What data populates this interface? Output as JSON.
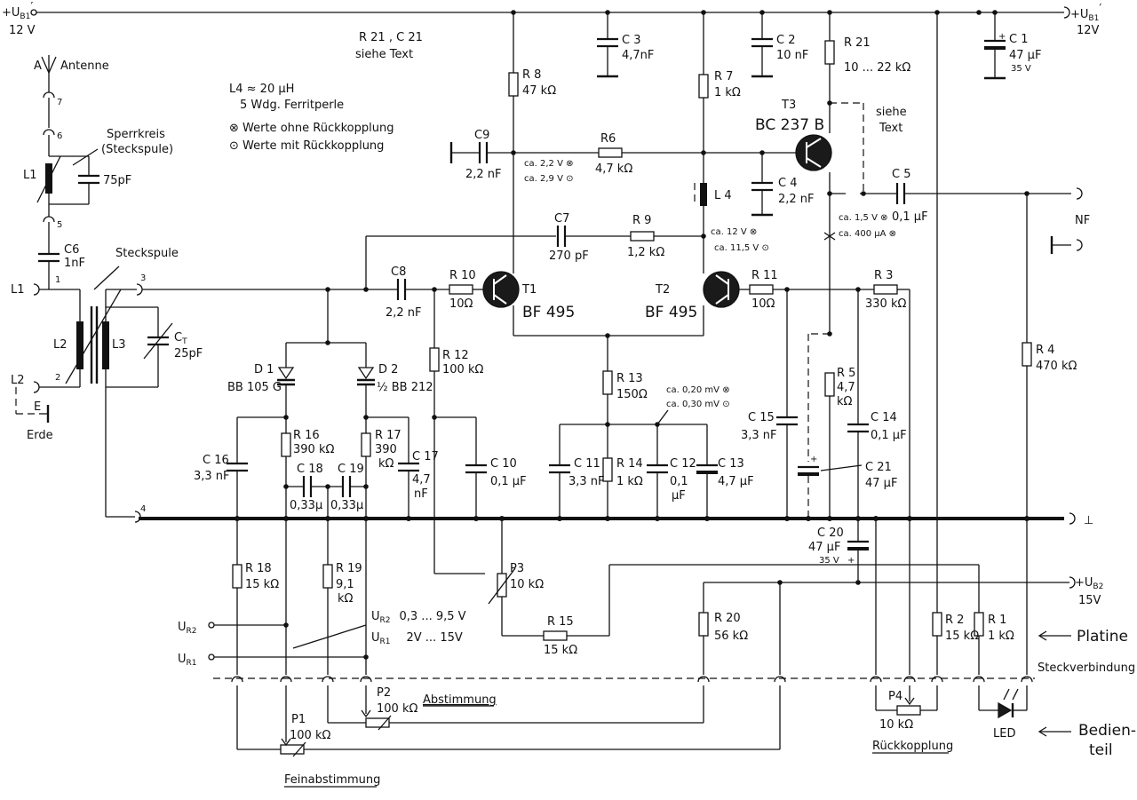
{
  "supply": {
    "ub1_left": "+U",
    "ub1_sub": "B1",
    "ub1_prime": "′",
    "ub1_left_v": "12 V",
    "ub1_right": "+U",
    "ub1_right_v": "12V",
    "ub2": "+U",
    "ub2_sub": "B2",
    "ub2_v": "15V",
    "ground_symbol": "⊥"
  },
  "notes": {
    "r21c21": "R 21 , C 21",
    "siehe_text": "siehe Text",
    "l4_value": "L4 ≈ 20 µH",
    "l4_desc": "5 Wdg. Ferritperle",
    "legend_without": "⊗ Werte ohne Rückkopplung",
    "legend_with": "⊙ Werte mit Rückkopplung",
    "t3_siehe": "siehe",
    "t3_text": "Text"
  },
  "inputs": {
    "antenna_letter": "A",
    "antenna": "Antenne",
    "sperrkreis": "Sperrkreis",
    "steckspule_paren": "(Steckspule)",
    "steckspule": "Steckspule",
    "l1": "L1",
    "l2": "L2",
    "e": "E",
    "erde": "Erde",
    "pin7": "7",
    "pin6": "6",
    "pin5": "5",
    "pin1": "1",
    "pin2": "2",
    "pin3": "3",
    "pin4": "4",
    "nf": "NF"
  },
  "components": {
    "L1": "L1",
    "C_75": "75pF",
    "C6": "C6",
    "C6v": "1nF",
    "L2": "L2",
    "L3": "L3",
    "CT": "C",
    "CT_sub": "T",
    "CTv": "25pF",
    "R8": "R 8",
    "R8v": "47 kΩ",
    "R7": "R 7",
    "R7v": "1 kΩ",
    "C3": "C 3",
    "C3v": "4,7nF",
    "C2": "C 2",
    "C2v": "10 nF",
    "R21": "R 21",
    "R21v": "10 ... 22 kΩ",
    "C1": "C 1",
    "C1v": "47 µF",
    "C1v2": "35 V",
    "C9": "C9",
    "C9v": "2,2 nF",
    "R6": "R6",
    "R6v": "4,7 kΩ",
    "C4": "C 4",
    "C4v": "2,2 nF",
    "L4": "L 4",
    "T3": "T3",
    "T3v": "BC 237 B",
    "C5": "C 5",
    "C5v": "0,1 µF",
    "C7": "C7",
    "C7v": "270 pF",
    "R9": "R 9",
    "R9v": "1,2 kΩ",
    "C8": "C8",
    "C8v": "2,2 nF",
    "R10": "R 10",
    "R10v": "10Ω",
    "T1": "T1",
    "T1v": "BF 495",
    "T2": "T2",
    "T2v": "BF 495",
    "R11": "R 11",
    "R11v": "10Ω",
    "R3": "R 3",
    "R3v": "330 kΩ",
    "R4": "R 4",
    "R4v": "470 kΩ",
    "D1": "D 1",
    "D1v": "BB 105 G",
    "D2": "D 2",
    "D2v": "½ BB 212",
    "R12": "R 12",
    "R12v": "100 kΩ",
    "R13": "R 13",
    "R13v": "150Ω",
    "R5": "R 5",
    "R5v": "4,7",
    "R5v2": "kΩ",
    "C15": "C 15",
    "C15v": "3,3 nF",
    "C14": "C 14",
    "C14v": "0,1 µF",
    "C21": "C 21",
    "C21v": "47 µF",
    "C16": "C 16",
    "C16v": "3,3 nF",
    "R16": "R 16",
    "R16v": "390 kΩ",
    "R17": "R 17",
    "R17v": "390",
    "R17v2": "kΩ",
    "C17": "C 17",
    "C17v": "4,7",
    "C17v2": "nF",
    "C18": "C 18",
    "C19": "C 19",
    "C18v": "0,33µ",
    "C19v": "0,33µ",
    "C10": "C 10",
    "C10v": "0,1 µF",
    "C11": "C 11",
    "C11v": "3,3 nF",
    "R14": "R 14",
    "R14v": "1 kΩ",
    "C12": "C 12",
    "C12v": "0,1",
    "C12v2": "µF",
    "C13": "C 13",
    "C13v": "4,7 µF",
    "C20": "C 20",
    "C20v": "47 µF",
    "C20v2": "35 V",
    "R18": "R 18",
    "R18v": "15 kΩ",
    "R19": "R 19",
    "R19v": "9,1",
    "R19v2": "kΩ",
    "P3": "P3",
    "P3v": "10 kΩ",
    "R15": "R 15",
    "R15v": "15 kΩ",
    "R20": "R 20",
    "R20v": "56 kΩ",
    "R2": "R 2",
    "R2v": "15 kΩ",
    "R1": "R 1",
    "R1v": "1 kΩ",
    "P1": "P1",
    "P1v": "100 kΩ",
    "P2": "P2",
    "P2v": "100 kΩ",
    "P4": "P4",
    "P4v": "10 kΩ",
    "led": "LED"
  },
  "measurements": {
    "m1": "ca. 2,2 V ⊗",
    "m2": "ca. 2,9 V ⊙",
    "m3": "ca. 12 V ⊗",
    "m4": "ca. 11,5 V ⊙",
    "m5": "ca. 1,5 V ⊗",
    "m6": "ca. 400 µA ⊗",
    "m7": "ca. 0,20 mV ⊗",
    "m8": "ca. 0,30 mV ⊙"
  },
  "controls": {
    "ur2": "U",
    "ur2_sub": "R2",
    "ur1": "U",
    "ur1_sub": "R1",
    "ur2_range_label": "U",
    "ur2_range_sub": "R2",
    "ur2_range": "0,3 ... 9,5 V",
    "ur1_range_label": "U",
    "ur1_range_sub": "R1",
    "ur1_range": "2V ... 15V",
    "abstimmung": "Abstimmung",
    "feinabstimmung": "Feinabstimmung",
    "rueckkopplung": "Rückkopplung",
    "platine": "Platine",
    "steckverbindung": "Steckverbindung",
    "bedienteil_1": "Bedien-",
    "bedienteil_2": "teil"
  }
}
